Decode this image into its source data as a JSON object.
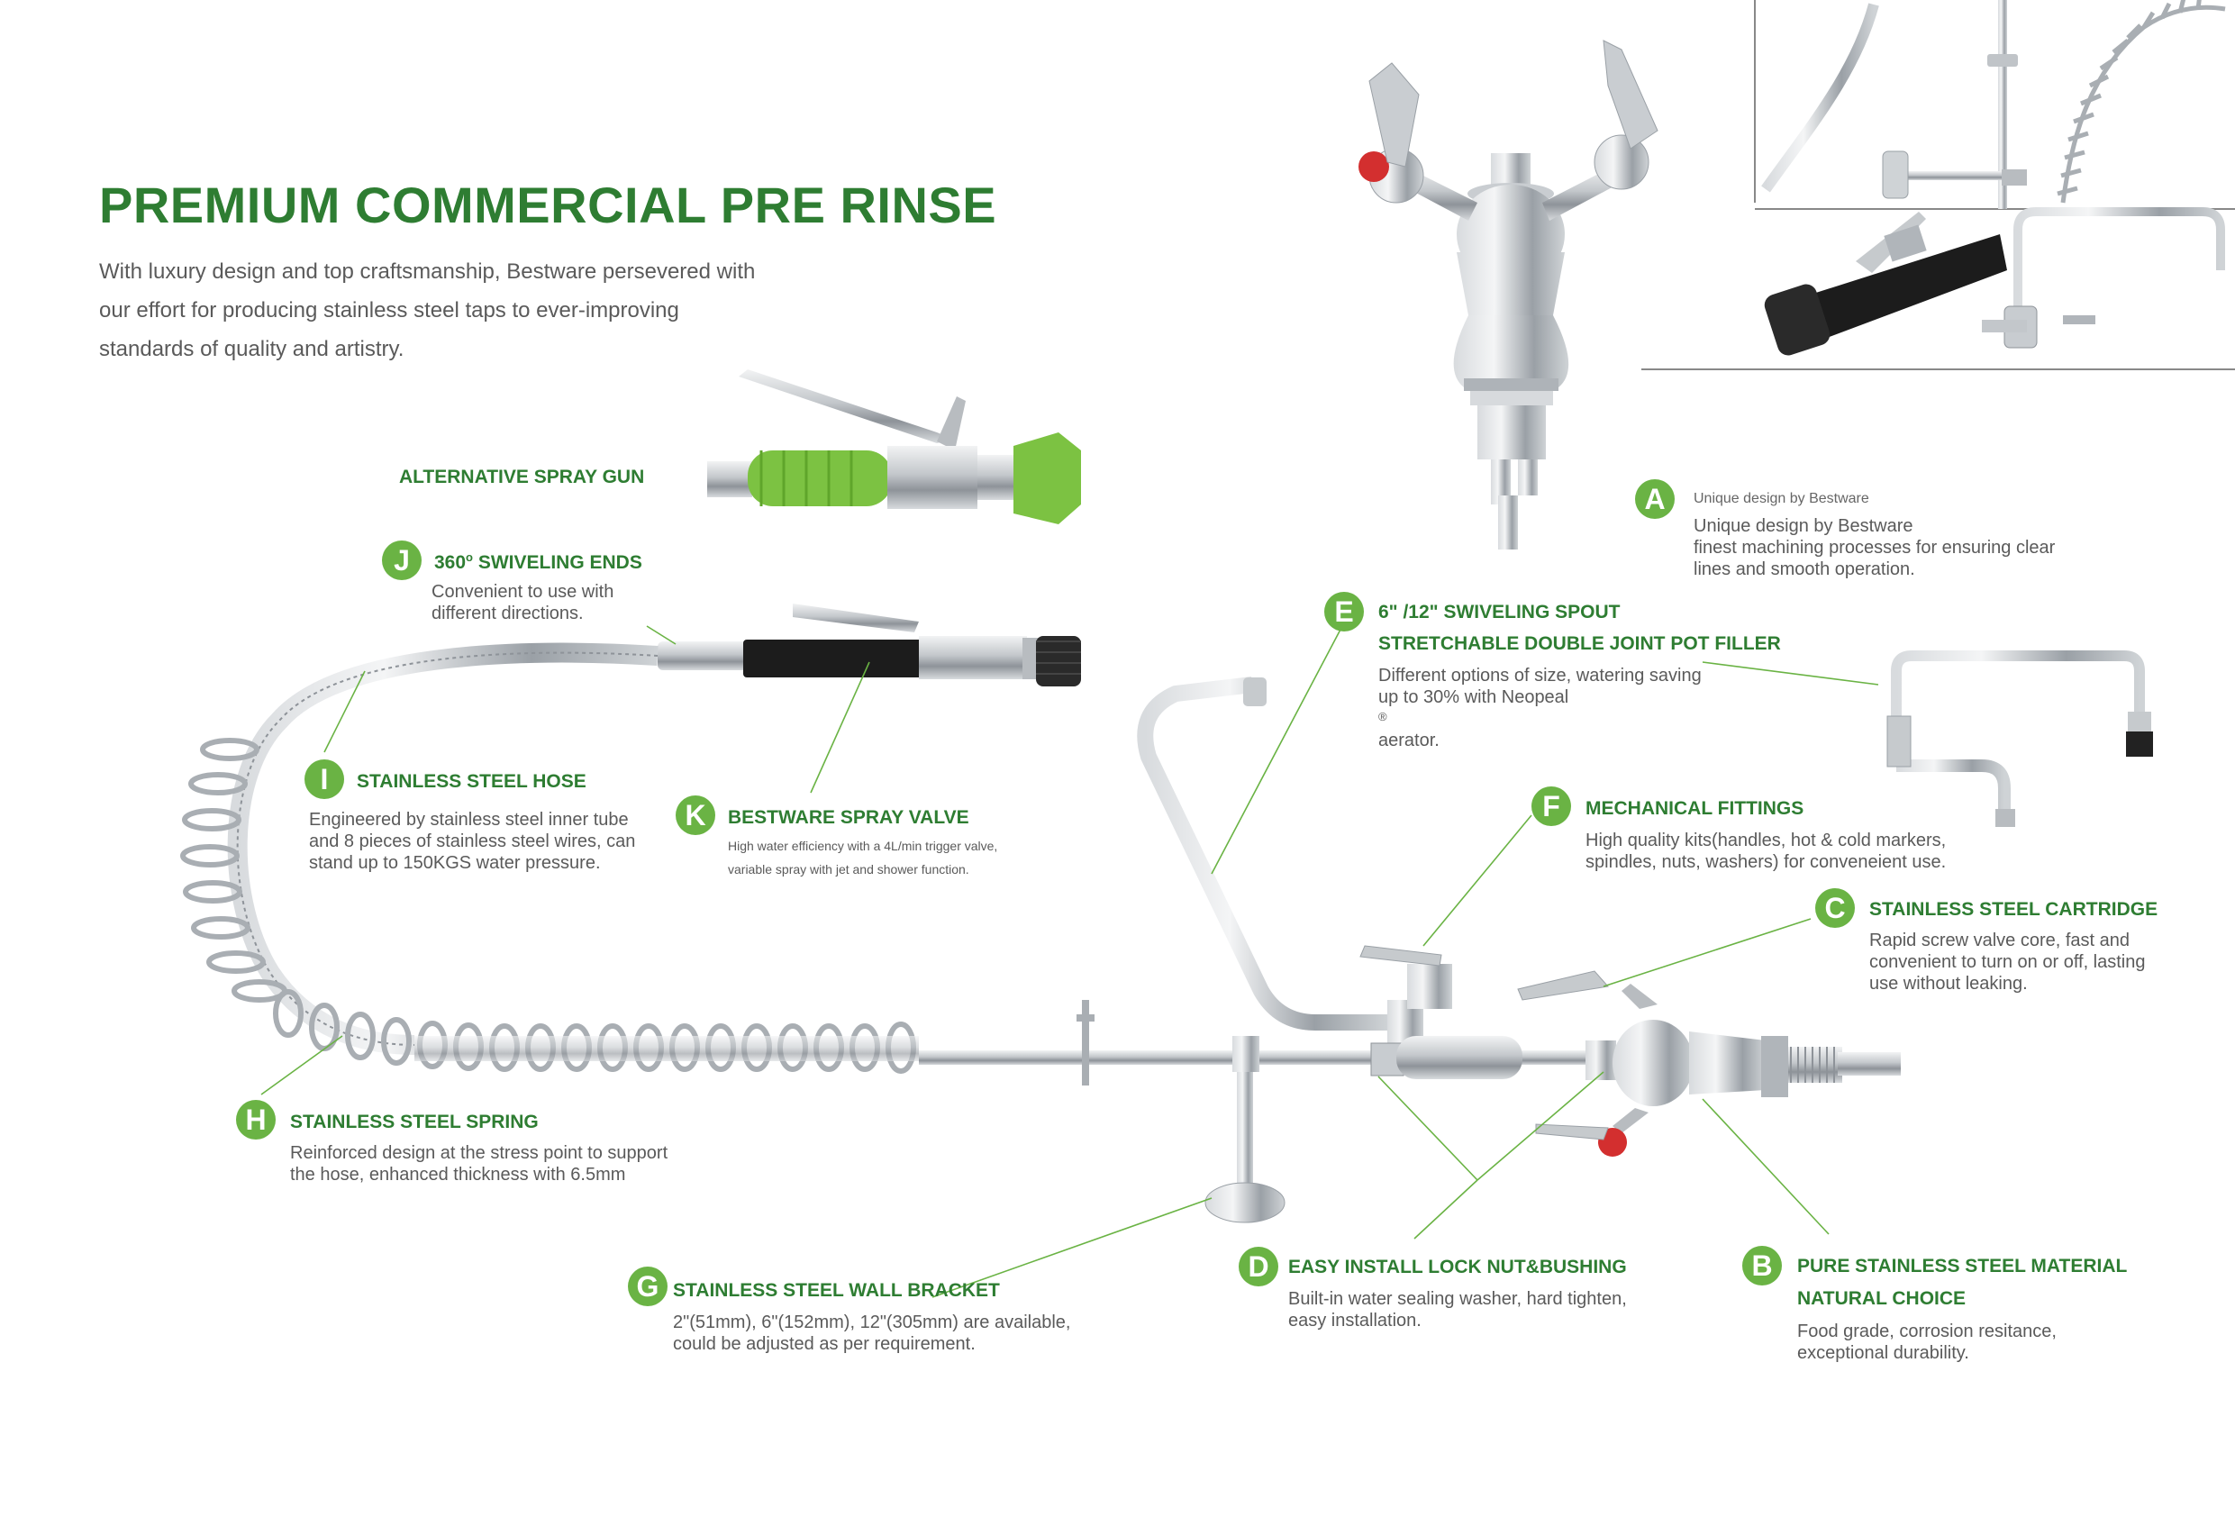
{
  "header": {
    "title": "PREMIUM COMMERCIAL PRE RINSE",
    "intro_lines": [
      "With luxury design and top craftsmanship, Bestware persevered with",
      "our effort for producing stainless steel taps to ever-improving",
      "standards of quality and artistry."
    ]
  },
  "alt_spray_gun": {
    "label": "ALTERNATIVE SPRAY GUN"
  },
  "features": {
    "A": {
      "badge": "A",
      "caption": "Unique design by Bestware",
      "lines": [
        "Unique design by Bestware",
        "finest machining processes for ensuring clear",
        "lines and smooth operation."
      ]
    },
    "B": {
      "badge": "B",
      "title": "PURE STAINLESS STEEL MATERIAL",
      "subtitle": "NATURAL CHOICE",
      "lines": [
        "Food grade, corrosion resitance,",
        "exceptional durability."
      ]
    },
    "C": {
      "badge": "C",
      "title": "STAINLESS STEEL CARTRIDGE",
      "lines": [
        "Rapid screw valve core, fast and",
        "convenient to turn on or off, lasting",
        "use without leaking."
      ]
    },
    "D": {
      "badge": "D",
      "title": "EASY INSTALL LOCK NUT&BUSHING",
      "lines": [
        "Built-in water sealing washer, hard tighten,",
        "easy installation."
      ]
    },
    "E": {
      "badge": "E",
      "title": "6\" /12\" SWIVELING SPOUT",
      "subtitle": "STRETCHABLE DOUBLE JOINT POT FILLER",
      "line1": "Different options of size, watering saving",
      "line2_pre": "up to 30% with Neopeal",
      "line2_sup": "®",
      "line2_post": " aerator."
    },
    "F": {
      "badge": "F",
      "title": "MECHANICAL FITTINGS",
      "lines": [
        "High quality kits(handles, hot & cold markers,",
        "spindles, nuts, washers) for conveneient use."
      ]
    },
    "G": {
      "badge": "G",
      "title": "STAINLESS STEEL WALL BRACKET",
      "lines": [
        "2\"(51mm), 6\"(152mm), 12\"(305mm) are available,",
        "could be adjusted as per requirement."
      ]
    },
    "H": {
      "badge": "H",
      "title": "STAINLESS STEEL SPRING",
      "lines": [
        "Reinforced design at the stress point to support",
        "the hose, enhanced thickness with 6.5mm"
      ]
    },
    "I": {
      "badge": "I",
      "title": "STAINLESS STEEL HOSE",
      "lines": [
        "Engineered by stainless steel inner tube",
        "and 8 pieces of stainless steel wires, can",
        "stand up to 150KGS water pressure."
      ]
    },
    "J": {
      "badge": "J",
      "title_pre": "360",
      "title_sup": "o",
      "title_post": " SWIVELING ENDS",
      "lines": [
        "Convenient to use with",
        "different directions."
      ]
    },
    "K": {
      "badge": "K",
      "title": "BESTWARE SPRAY VALVE",
      "lines": [
        "High water efficiency with a 4L/min trigger valve,",
        "variable spray with jet and shower function."
      ]
    }
  },
  "colors": {
    "accent_green": "#2e7d32",
    "badge_green": "#6ab344",
    "leader_green": "#6ab344",
    "text_gray": "#5a5a5a",
    "steel": "#b8bcc0",
    "gun_green": "#7cc242",
    "red_marker": "#d32f2f"
  }
}
